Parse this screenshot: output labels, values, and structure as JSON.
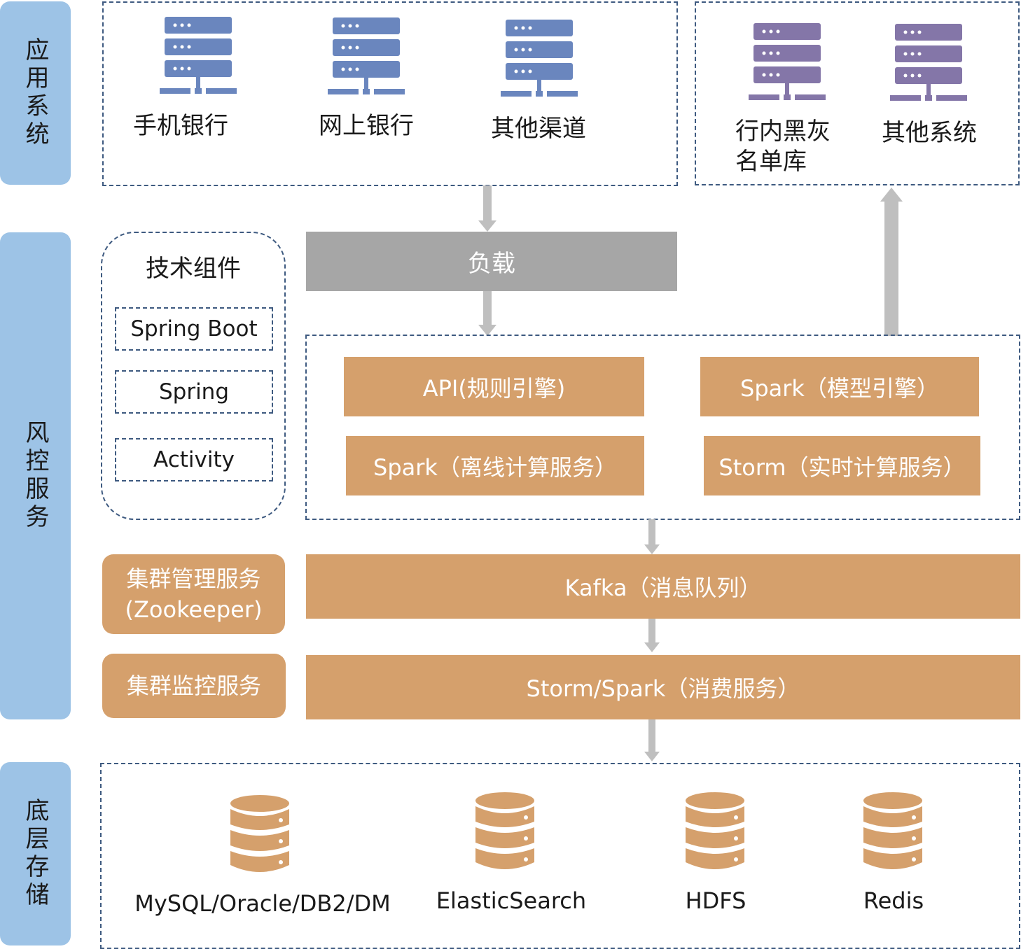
{
  "layers": {
    "app": "应用系统",
    "risk": "风控服务",
    "storage": "底层存储"
  },
  "app_systems": [
    {
      "label": "手机银行"
    },
    {
      "label": "网上银行"
    },
    {
      "label": "其他渠道"
    }
  ],
  "internal_systems": [
    {
      "label_line1": "行内黑灰",
      "label_line2": "名单库"
    },
    {
      "label_line1": "其他系统",
      "label_line2": ""
    }
  ],
  "load": "负载",
  "tech_components": {
    "title": "技术组件",
    "items": [
      "Spring Boot",
      "Spring",
      "Activity"
    ]
  },
  "engines": {
    "api": "API(规则引擎)",
    "spark_model": "Spark（模型引擎）",
    "spark_offline": "Spark（离线计算服务）",
    "storm_realtime": "Storm（实时计算服务）"
  },
  "cluster": {
    "mgmt_line1": "集群管理服务",
    "mgmt_line2": "(Zookeeper)",
    "monitor": "集群监控服务"
  },
  "kafka": "Kafka（消息队列）",
  "consumer": "Storm/Spark（消费服务）",
  "storage_items": [
    "MySQL/Oracle/DB2/DM",
    "ElasticSearch",
    "HDFS",
    "Redis"
  ],
  "colors": {
    "sidebar": "#9dc3e6",
    "server_blue": "#6a86be",
    "server_purple": "#8476a8",
    "orange": "#d5a06c",
    "gray": "#a6a6a6",
    "dashed_border": "#3e5a80"
  }
}
